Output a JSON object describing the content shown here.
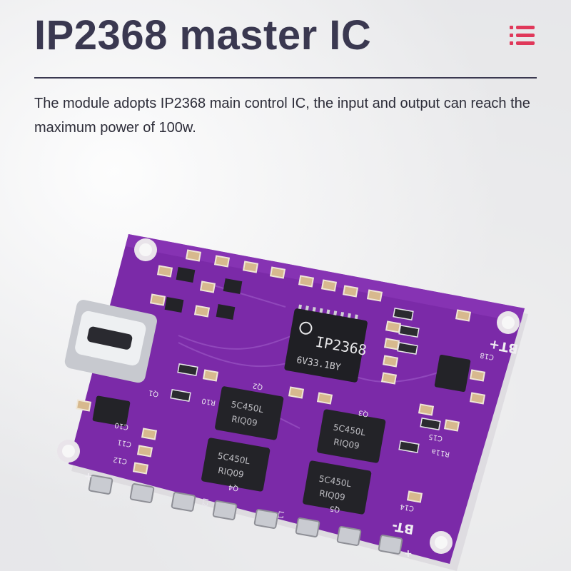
{
  "header": {
    "title": "IP2368 master IC",
    "menu_icon": "list-menu-icon",
    "accent_color": "#e0385a"
  },
  "description": "The module adopts IP2368 main control IC, the input and output can reach the maximum power of 100w.",
  "board": {
    "pcb_color": "#7b2aa8",
    "chip_main": "IP2368",
    "chip_sub": "6V33.1BY",
    "mosfet_top": "5C450L",
    "mosfet_bottom": "RIQ09",
    "labels": {
      "bt_plus": "BT+",
      "bt_minus": "BT-",
      "l1": "L1",
      "l2": "L2",
      "q1": "Q1",
      "q2": "Q2",
      "q3": "Q3",
      "q4": "Q4",
      "q5": "Q5",
      "c10": "C10",
      "c11": "C11",
      "c12": "C12",
      "c14": "C14",
      "c15": "C15",
      "c18": "C18",
      "r10": "R10",
      "r11a": "R11a",
      "plus": "+",
      "minus": "-"
    }
  }
}
